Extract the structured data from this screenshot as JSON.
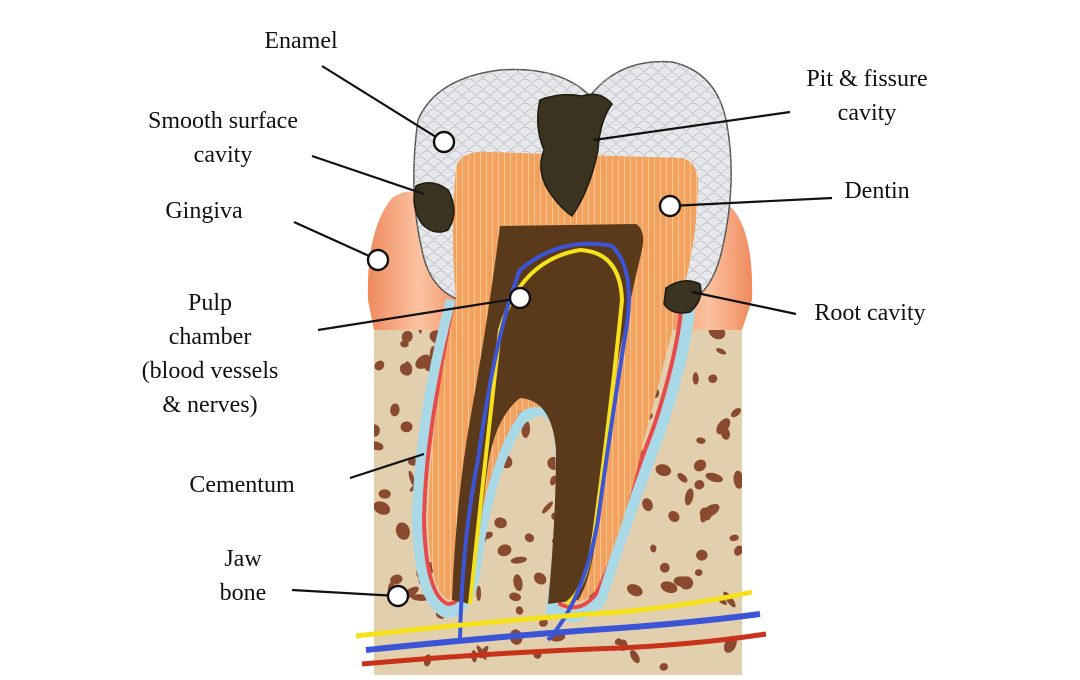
{
  "labels": {
    "enamel": [
      "Enamel"
    ],
    "smooth_surface_cavity": [
      "Smooth surface",
      "cavity"
    ],
    "gingiva": [
      "Gingiva"
    ],
    "pulp_chamber": [
      "Pulp",
      "chamber",
      "(blood vessels",
      "& nerves)"
    ],
    "cementum": [
      "Cementum"
    ],
    "jaw_bone": [
      "Jaw",
      "bone"
    ],
    "pit_fissure_cavity": [
      "Pit & fissure",
      "cavity"
    ],
    "dentin": [
      "Dentin"
    ],
    "root_cavity": [
      "Root cavity"
    ]
  },
  "colors": {
    "enamel": "#e6e8ec",
    "dentin": "#f2a15e",
    "dentin_light": "#ffd39a",
    "pulp": "#5a3a1a",
    "gingiva": "#f4a27a",
    "bone": "#e2cfae",
    "bone_pore": "#8a4a30",
    "cementum": "#e84a4a",
    "membrane": "#a9d8e6",
    "nerve": "#f5e21a",
    "vein": "#3b55d6",
    "artery": "#c8321a",
    "decay": "#3a3320"
  }
}
